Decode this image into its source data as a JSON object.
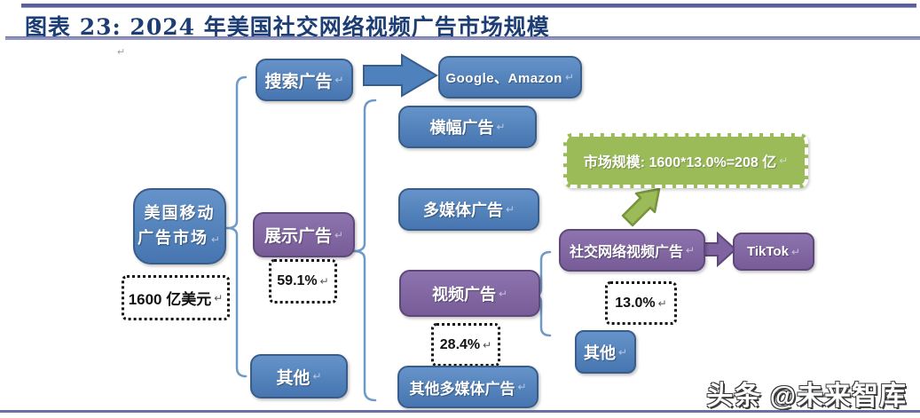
{
  "header": {
    "title": "图表 23: 2024 年美国社交网络视频广告市场规模"
  },
  "glyphs": {
    "return_mark": "↵"
  },
  "colors": {
    "blue": "#4f81bd",
    "blue_border": "#385d8a",
    "purple": "#8064a2",
    "purple_border": "#5e4879",
    "green": "#9bbb59",
    "green_border": "#77933c",
    "rule_line": "#6a6fa5",
    "title_text": "#1c3e74",
    "brace_line": "#6f99c7"
  },
  "diagram": {
    "root": {
      "label": "美国移动广告市场",
      "value": "1600 亿美元"
    },
    "level1": {
      "search": {
        "label": "搜索广告",
        "target": "Google、Amazon"
      },
      "display": {
        "label": "展示广告",
        "share": "59.1%"
      },
      "other": {
        "label": "其他"
      }
    },
    "level2": {
      "banner": {
        "label": "横幅广告"
      },
      "rich_media": {
        "label": "多媒体广告"
      },
      "video": {
        "label": "视频广告",
        "share": "28.4%"
      },
      "other_rich": {
        "label": "其他多媒体广告"
      }
    },
    "level3": {
      "social_video": {
        "label": "社交网络视频广告",
        "share": "13.0%",
        "target": "TikTok"
      },
      "other": {
        "label": "其他"
      }
    },
    "callout": {
      "market_size": "市场规模: 1600*13.0%=208 亿"
    }
  },
  "footer": {
    "watermark": "头条 @未来智库"
  }
}
